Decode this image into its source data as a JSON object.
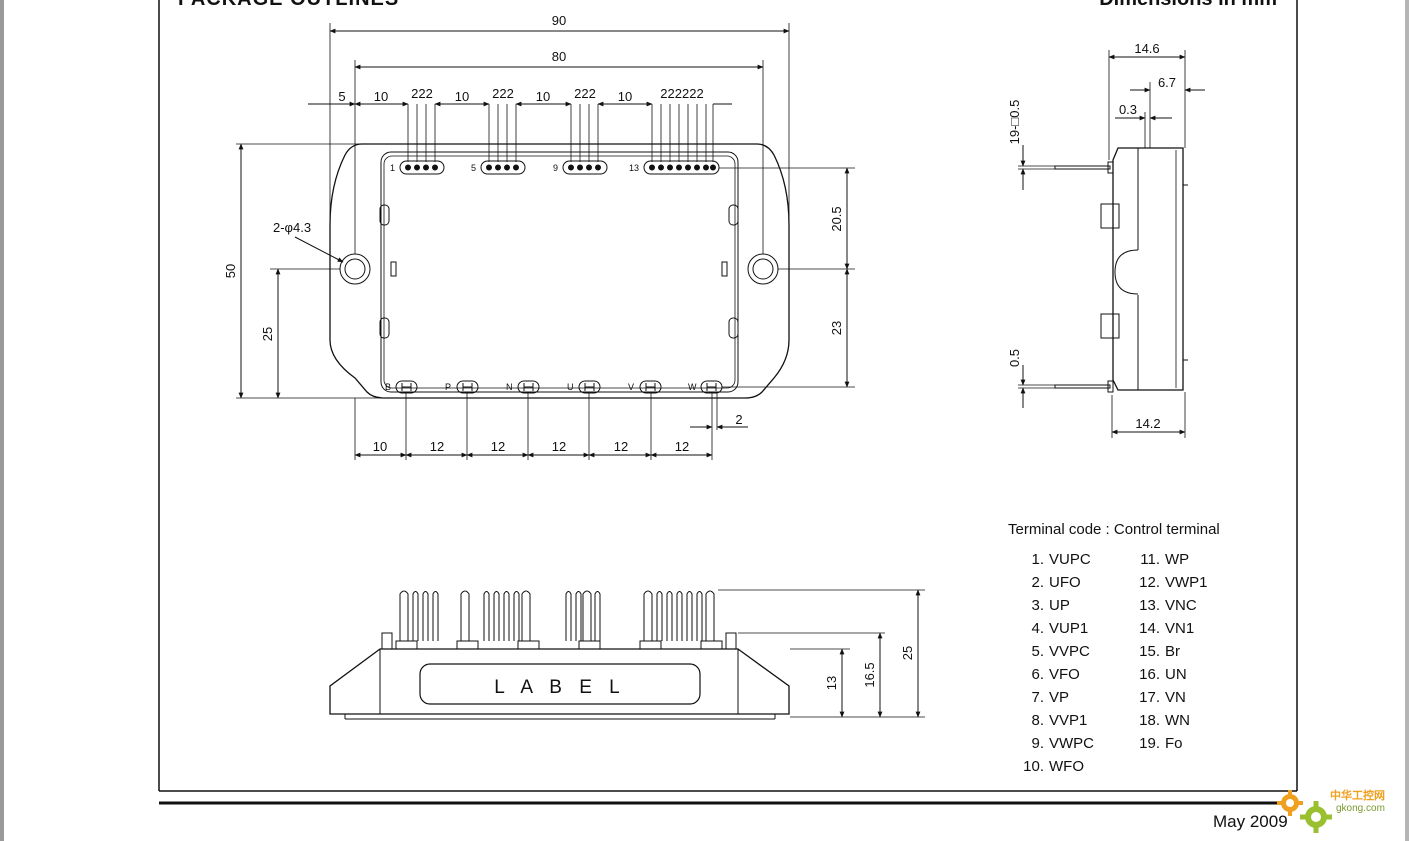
{
  "header": {
    "section_title": "PACKAGE OUTLINES",
    "units_note": "Dimensions in mm"
  },
  "top_view": {
    "dims": {
      "overall_width": "90",
      "hole_pitch": "80",
      "left_offset": "5",
      "gap_a": "10",
      "pins_a": "222",
      "gap_b": "10",
      "pins_b": "222",
      "gap_c": "10",
      "pins_c": "222",
      "gap_d": "10",
      "pins_d": "222222",
      "mount_hole": "2-φ4.3",
      "height": "50",
      "hole_height": "25",
      "upper_right": "20.5",
      "lower_right": "23",
      "pin_width": "2",
      "bottom_first": "10",
      "bottom_pitch": [
        "12",
        "12",
        "12",
        "12",
        "12"
      ]
    },
    "pin_group_numbers": [
      "1",
      "5",
      "9",
      "13"
    ],
    "power_terminals": [
      "B",
      "P",
      "N",
      "U",
      "V",
      "W"
    ]
  },
  "side_view": {
    "dims": {
      "total_depth": "14.6",
      "body_depth": "6.7",
      "pin_offset": "0.3",
      "pin_size": "19-□0.5",
      "pin_thickness": "0.5",
      "base_depth": "14.2"
    }
  },
  "front_view": {
    "label_text": "L A B E L",
    "dims": {
      "body_height": "13",
      "power_pin_height": "16.5",
      "control_pin_height": "25"
    }
  },
  "terminal_code": {
    "title": "Terminal code : Control terminal",
    "items": [
      {
        "num": "1.",
        "name": "VUPC"
      },
      {
        "num": "2.",
        "name": "UFO"
      },
      {
        "num": "3.",
        "name": "UP"
      },
      {
        "num": "4.",
        "name": "VUP1"
      },
      {
        "num": "5.",
        "name": "VVPC"
      },
      {
        "num": "6.",
        "name": "VFO"
      },
      {
        "num": "7.",
        "name": "VP"
      },
      {
        "num": "8.",
        "name": "VVP1"
      },
      {
        "num": "9.",
        "name": "VWPC"
      },
      {
        "num": "10.",
        "name": "WFO"
      },
      {
        "num": "11.",
        "name": "WP"
      },
      {
        "num": "12.",
        "name": "VWP1"
      },
      {
        "num": "13.",
        "name": "VNC"
      },
      {
        "num": "14.",
        "name": "VN1"
      },
      {
        "num": "15.",
        "name": "Br"
      },
      {
        "num": "16.",
        "name": "UN"
      },
      {
        "num": "17.",
        "name": "VN"
      },
      {
        "num": "18.",
        "name": "WN"
      },
      {
        "num": "19.",
        "name": "Fo"
      }
    ]
  },
  "footer": {
    "date": "May 2009"
  },
  "watermark": {
    "site_cn": "中华工控网",
    "site_en": "gkong.com"
  }
}
